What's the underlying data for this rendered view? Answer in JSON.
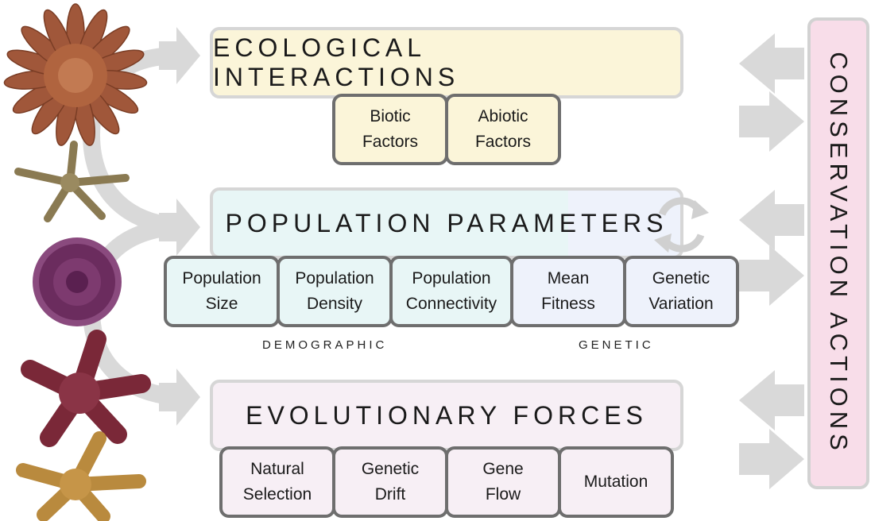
{
  "sections": {
    "ecological": {
      "title": "ECOLOGICAL INTERACTIONS",
      "color": "#fbf5d9",
      "factors": [
        {
          "line1": "Biotic",
          "line2": "Factors"
        },
        {
          "line1": "Abiotic",
          "line2": "Factors"
        }
      ]
    },
    "population": {
      "title": "POPULATION PARAMETERS",
      "color_left": "#e8f6f6",
      "color_right": "#eef2fb",
      "factors": [
        {
          "line1": "Population",
          "line2": "Size"
        },
        {
          "line1": "Population",
          "line2": "Density"
        },
        {
          "line1": "Population",
          "line2": "Connectivity"
        },
        {
          "line1": "Mean",
          "line2": "Fitness"
        },
        {
          "line1": "Genetic",
          "line2": "Variation"
        }
      ],
      "group_labels": {
        "demographic": "DEMOGRAPHIC",
        "genetic": "GENETIC"
      }
    },
    "evolutionary": {
      "title": "EVOLUTIONARY FORCES",
      "color": "#f7eff5",
      "factors": [
        {
          "line1": "Natural",
          "line2": "Selection"
        },
        {
          "line1": "Genetic",
          "line2": "Drift"
        },
        {
          "line1": "Gene",
          "line2": "Flow"
        },
        {
          "line1": "Mutation",
          "line2": ""
        }
      ]
    }
  },
  "side_panel": {
    "label": "CONSERVATION ACTIONS",
    "color": "#f8dde9"
  },
  "images": [
    {
      "name": "sunflower-star-icon",
      "color": "#a0573a"
    },
    {
      "name": "thin-sea-star-icon",
      "color": "#8a7a52"
    },
    {
      "name": "purple-sea-urchin-icon",
      "color": "#6b2c5e"
    },
    {
      "name": "ochre-sea-star-purple-icon",
      "color": "#7a2838"
    },
    {
      "name": "ochre-sea-star-orange-icon",
      "color": "#b98a3e"
    }
  ],
  "colors": {
    "arrow": "#d9d9d9",
    "factor_border": "#6e6e6e"
  }
}
